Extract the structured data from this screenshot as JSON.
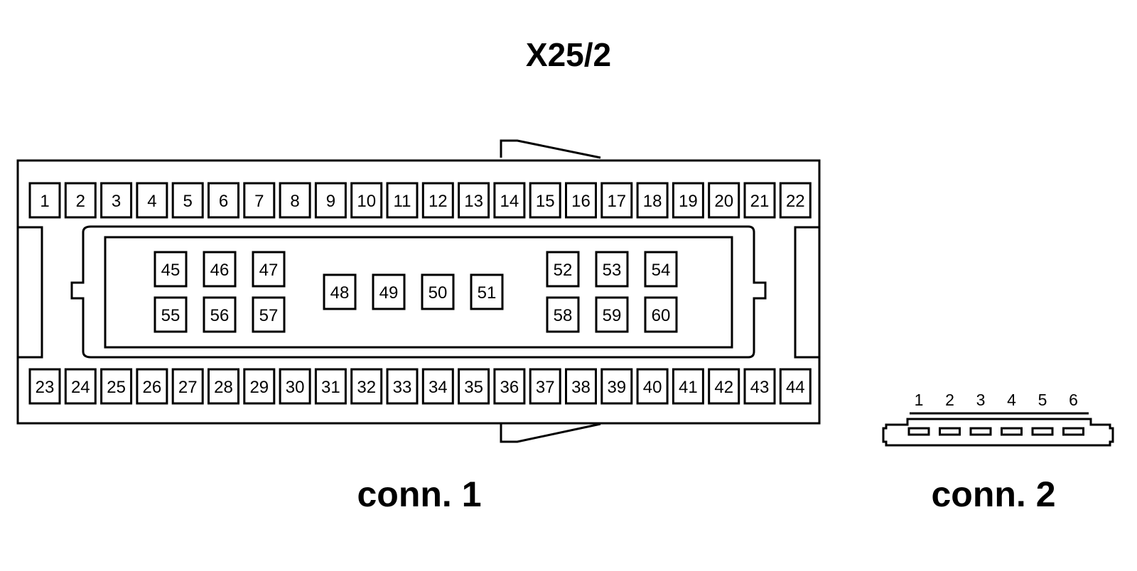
{
  "title": "X25/2",
  "connector_1": {
    "label": "conn. 1",
    "top_row_pins": [
      "1",
      "2",
      "3",
      "4",
      "5",
      "6",
      "7",
      "8",
      "9",
      "10",
      "11",
      "12",
      "13",
      "14",
      "15",
      "16",
      "17",
      "18",
      "19",
      "20",
      "21",
      "22"
    ],
    "bottom_row_pins": [
      "23",
      "24",
      "25",
      "26",
      "27",
      "28",
      "29",
      "30",
      "31",
      "32",
      "33",
      "34",
      "35",
      "36",
      "37",
      "38",
      "39",
      "40",
      "41",
      "42",
      "43",
      "44"
    ],
    "inner_left_upper_pins": [
      "45",
      "46",
      "47"
    ],
    "inner_left_lower_pins": [
      "55",
      "56",
      "57"
    ],
    "inner_middle_pins": [
      "48",
      "49",
      "50",
      "51"
    ],
    "inner_right_upper_pins": [
      "52",
      "53",
      "54"
    ],
    "inner_right_lower_pins": [
      "58",
      "59",
      "60"
    ]
  },
  "connector_2": {
    "label": "conn. 2",
    "pins": [
      "1",
      "2",
      "3",
      "4",
      "5",
      "6"
    ]
  }
}
